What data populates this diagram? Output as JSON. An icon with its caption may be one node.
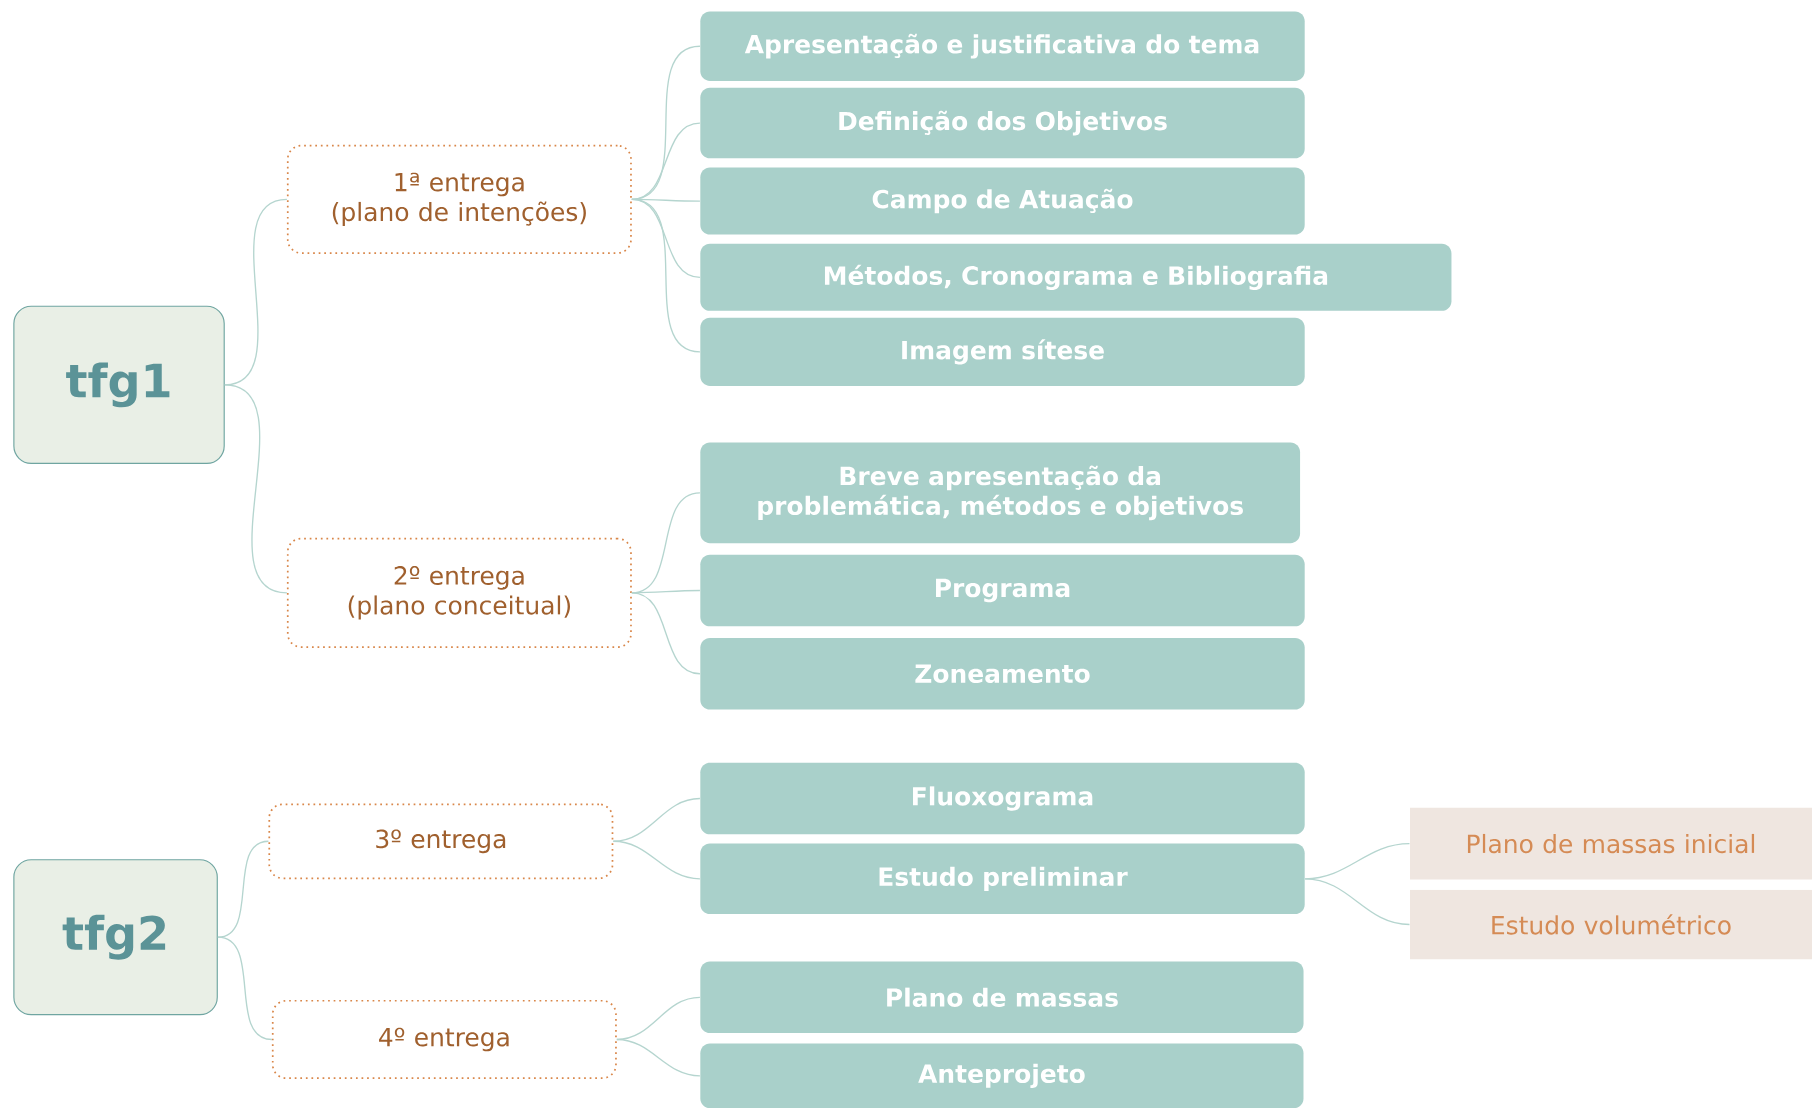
{
  "diagram": {
    "nodes": [
      {
        "text": [
          "tfg1"
        ]
      },
      {
        "text": [
          "1ª entrega",
          "(plano de intenções)"
        ]
      },
      {
        "text": [
          "Apresentação e justificativa do tema"
        ]
      },
      {
        "text": [
          "Definição dos Objetivos"
        ]
      },
      {
        "text": [
          "Campo de Atuação"
        ]
      },
      {
        "text": [
          "Métodos, Cronograma e Bibliografia"
        ]
      },
      {
        "text": [
          "Imagem sítese"
        ]
      },
      {
        "text": [
          "2º entrega",
          "(plano conceitual)"
        ]
      },
      {
        "text": [
          "Breve apresentação da problemática, métodos e objetivos"
        ]
      },
      {
        "text": [
          "Programa"
        ]
      },
      {
        "text": [
          "Zoneamento"
        ]
      },
      {
        "text": [
          "tfg2"
        ]
      },
      {
        "text": [
          "3º entrega"
        ]
      },
      {
        "text": [
          "Fluoxograma"
        ]
      },
      {
        "text": [
          "Estudo preliminar"
        ]
      },
      {
        "text": [
          "Plano de massas inicial"
        ]
      },
      {
        "text": [
          "Estudo volumétrico"
        ]
      },
      {
        "text": [
          "4º entrega"
        ]
      },
      {
        "text": [
          "Plano de massas"
        ]
      },
      {
        "text": [
          "Anteprojeto"
        ]
      }
    ],
    "edges": [
      {
        "from": 0,
        "to": 1,
        "arrow": "none"
      },
      {
        "from": 0,
        "to": 7,
        "arrow": "none"
      },
      {
        "from": 1,
        "to": 2,
        "arrow": "none"
      },
      {
        "from": 1,
        "to": 3,
        "arrow": "none"
      },
      {
        "from": 1,
        "to": 4,
        "arrow": "none"
      },
      {
        "from": 1,
        "to": 5,
        "arrow": "none"
      },
      {
        "from": 1,
        "to": 6,
        "arrow": "none"
      },
      {
        "from": 7,
        "to": 8,
        "arrow": "none"
      },
      {
        "from": 7,
        "to": 9,
        "arrow": "none"
      },
      {
        "from": 7,
        "to": 10,
        "arrow": "none"
      },
      {
        "from": 11,
        "to": 12,
        "arrow": "none"
      },
      {
        "from": 11,
        "to": 17,
        "arrow": "none"
      },
      {
        "from": 12,
        "to": 13,
        "arrow": "none"
      },
      {
        "from": 12,
        "to": 14,
        "arrow": "none"
      },
      {
        "from": 14,
        "to": 15,
        "arrow": "none"
      },
      {
        "from": 14,
        "to": 16,
        "arrow": "none"
      },
      {
        "from": 17,
        "to": 18,
        "arrow": "none"
      },
      {
        "from": 17,
        "to": 19,
        "arrow": "none"
      }
    ]
  }
}
